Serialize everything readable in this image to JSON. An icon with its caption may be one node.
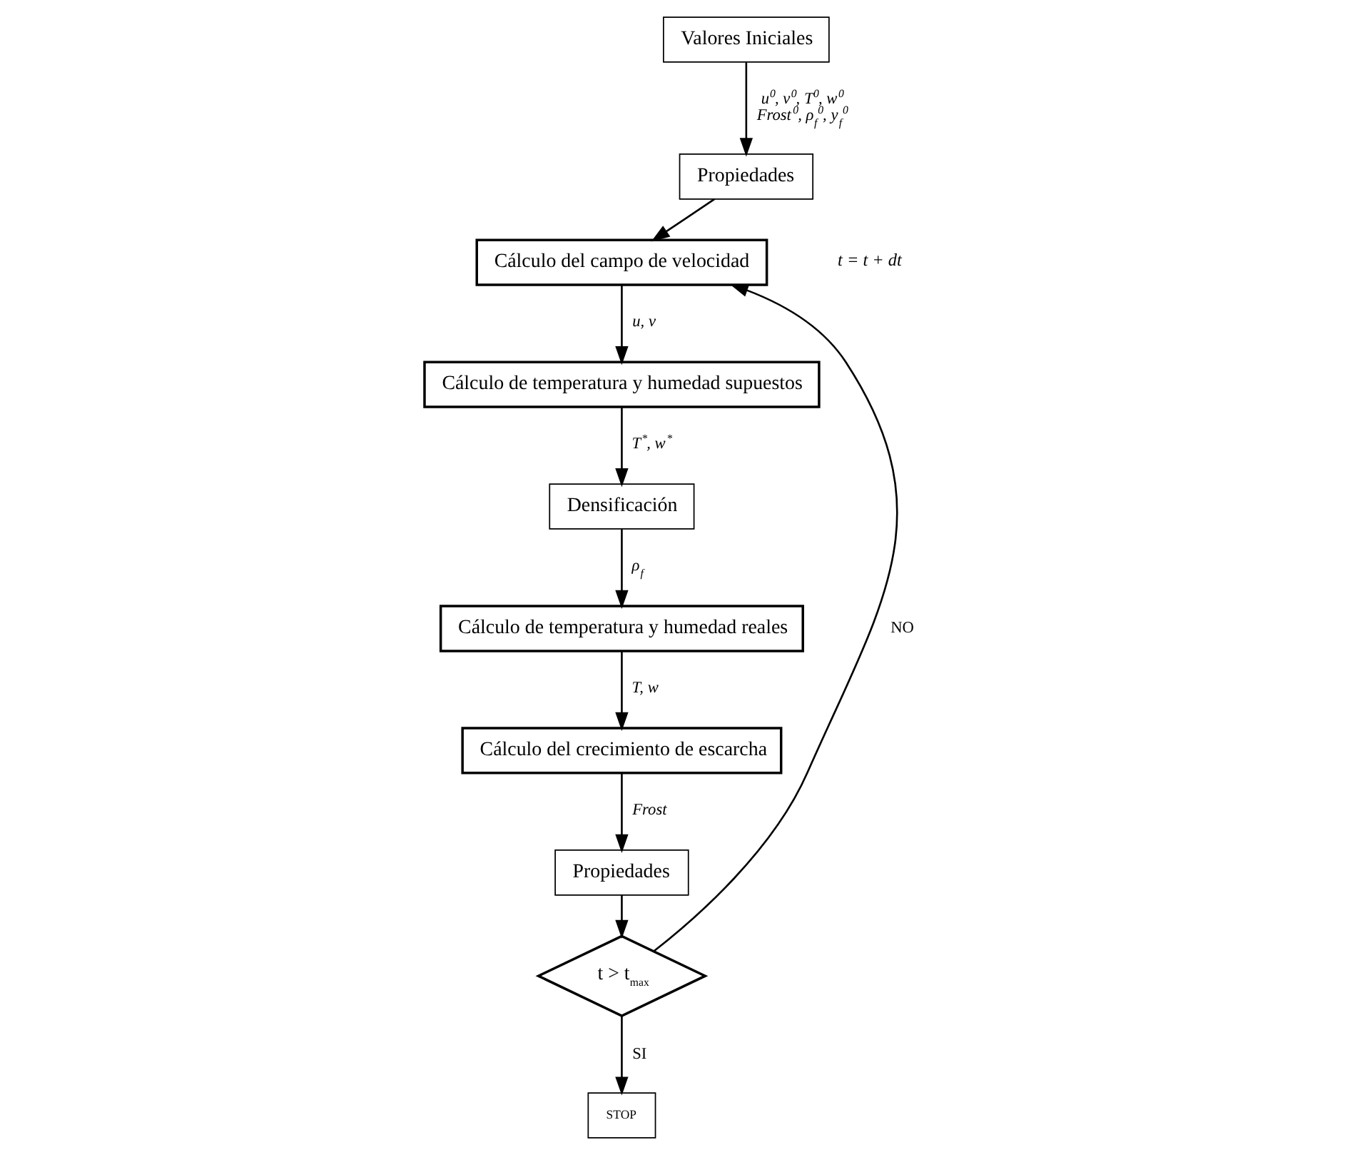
{
  "diagram": {
    "nodes": [
      {
        "text": [
          "Valores Iniciales"
        ]
      },
      {
        "text": [
          "Propiedades"
        ]
      },
      {
        "text": [
          "Cálculo del campo de velocidad"
        ]
      },
      {
        "text": [
          "Cálculo de temperatura y humedad supuestos"
        ]
      },
      {
        "text": [
          "Densificación"
        ]
      },
      {
        "text": [
          "Cálculo de temperatura y humedad reales"
        ]
      },
      {
        "text": [
          "Cálculo del crecimiento de escarcha"
        ]
      },
      {
        "text": [
          "Propiedades"
        ]
      },
      {
        "text": [
          "t > t$_{max}$"
        ]
      },
      {
        "text": [
          "STOP"
        ]
      }
    ],
    "edges": [
      {
        "from": 0,
        "to": 1,
        "arrow": "to",
        "label": "u$^{0}$, v$^{0}$, T$^{0}$, w$^{0}$ Frost$^{0}$, ρ$_{f}$$^{0}$, y$_{f}$$^{0}$"
      },
      {
        "from": 1,
        "to": 2,
        "arrow": "to"
      },
      {
        "from": 2,
        "to": 3,
        "arrow": "to",
        "label": "u, v"
      },
      {
        "from": 3,
        "to": 4,
        "arrow": "to",
        "label": "T$^{*}$, w$^{*}$"
      },
      {
        "from": 4,
        "to": 5,
        "arrow": "to",
        "label": "ρ$_{f}$"
      },
      {
        "from": 5,
        "to": 6,
        "arrow": "to",
        "label": "T, w"
      },
      {
        "from": 6,
        "to": 7,
        "arrow": "to",
        "label": "Frost"
      },
      {
        "from": 7,
        "to": 8,
        "arrow": "to"
      },
      {
        "from": 8,
        "to": 9,
        "arrow": "to",
        "label": "SI"
      },
      {
        "from": 8,
        "to": 2,
        "arrow": "to",
        "label": "NO"
      }
    ],
    "labels": [
      "t = t + dt"
    ]
  }
}
